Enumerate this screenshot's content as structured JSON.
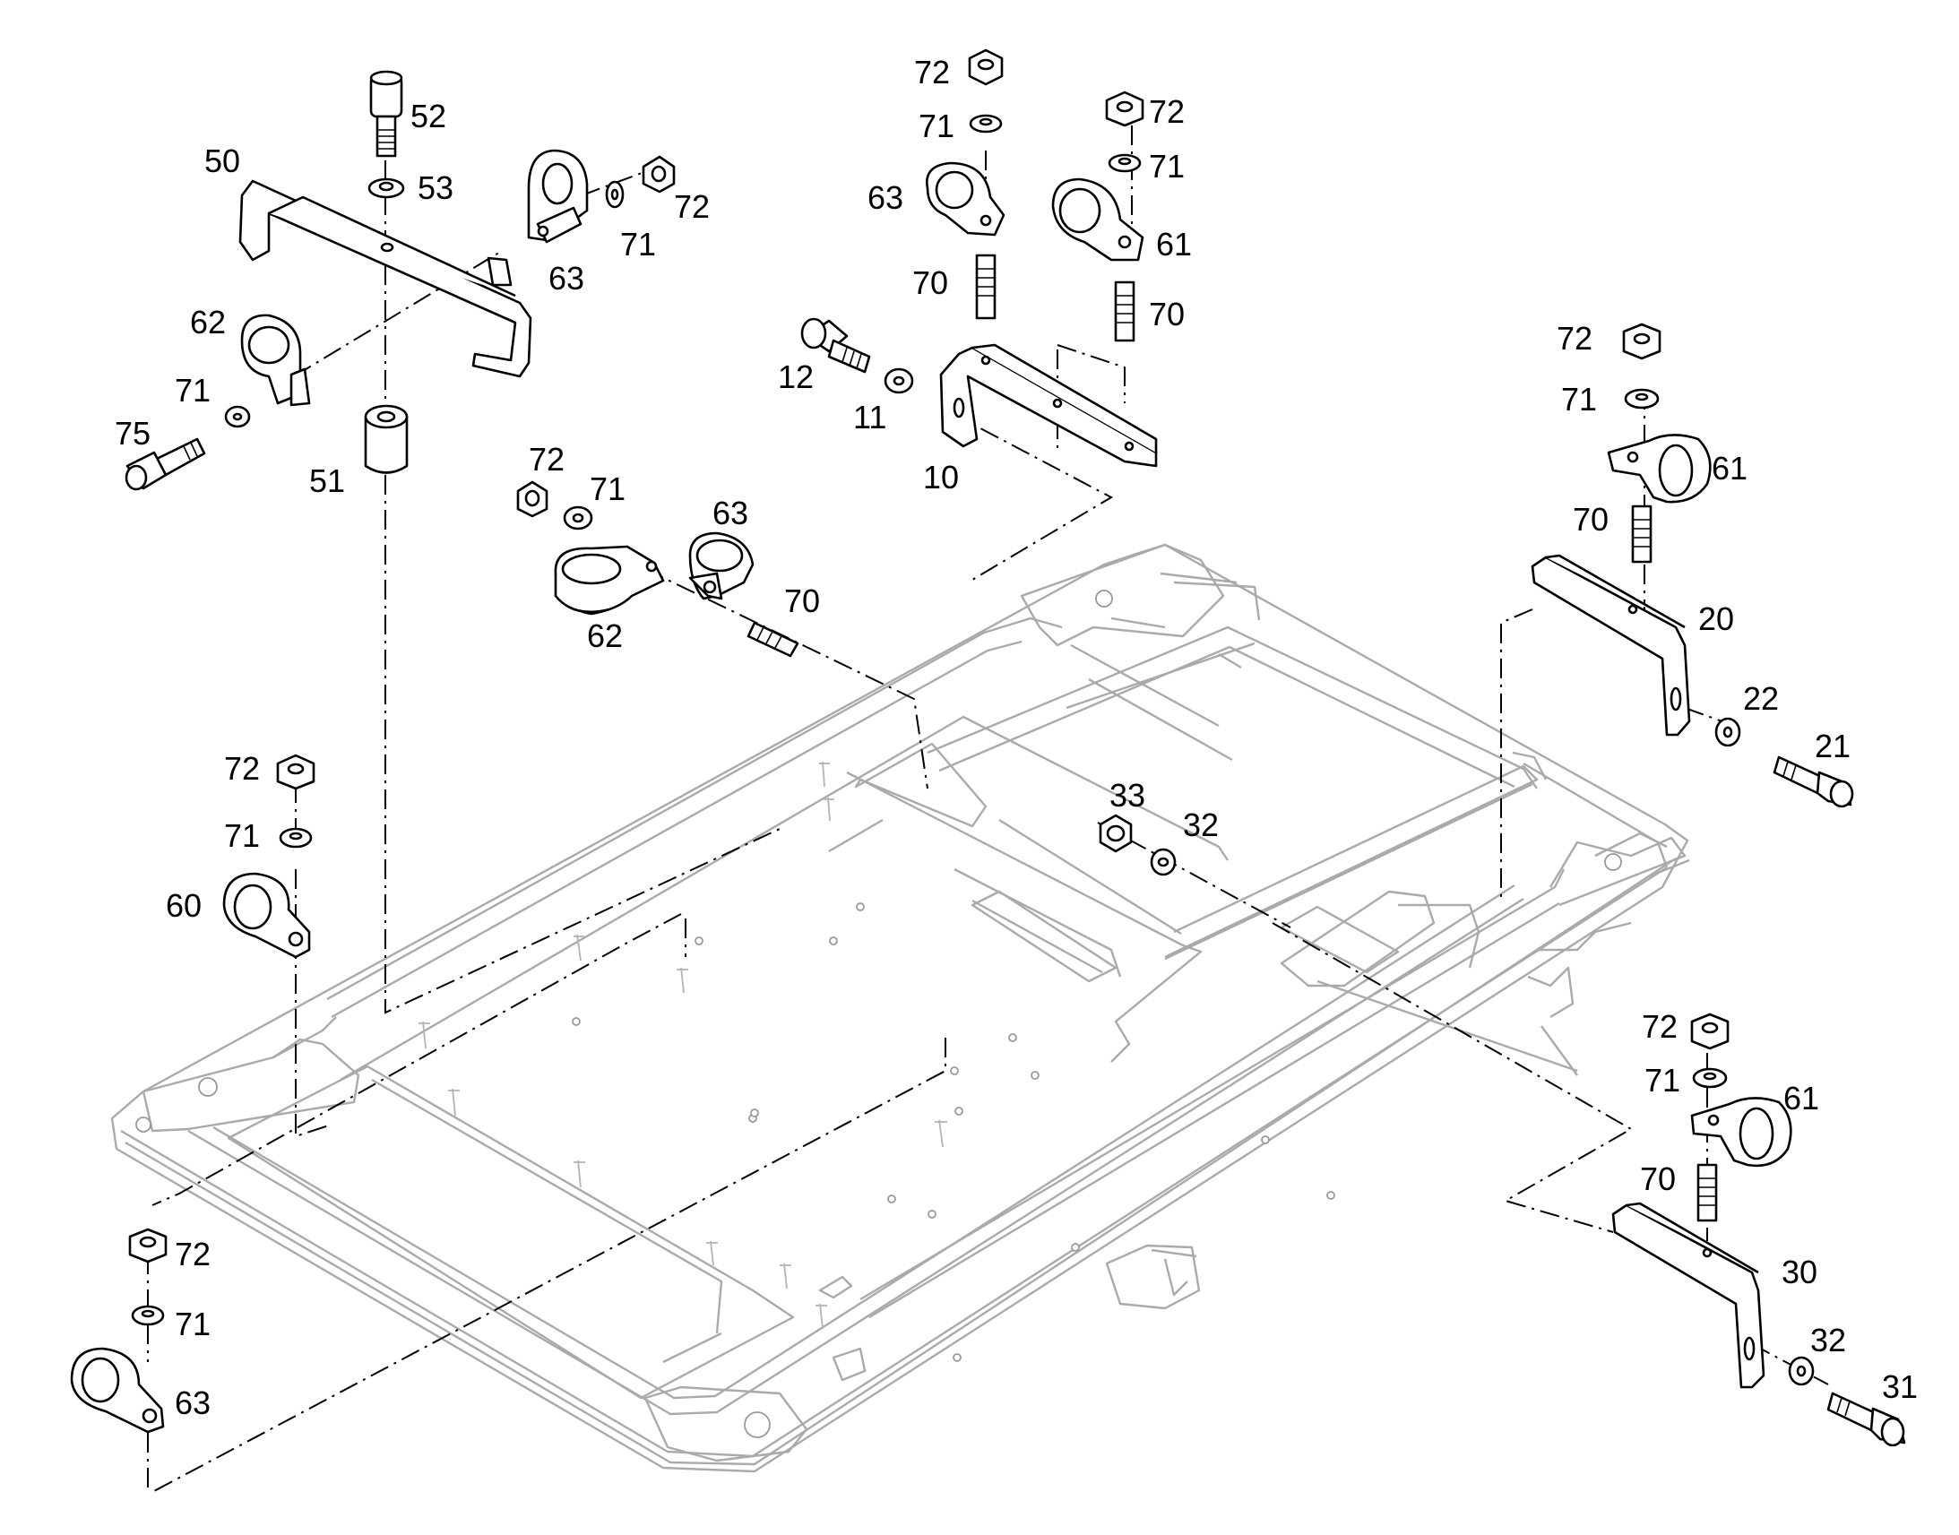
{
  "callouts": [
    {
      "id": "c52",
      "text": "52"
    },
    {
      "id": "c53",
      "text": "53"
    },
    {
      "id": "c50",
      "text": "50"
    },
    {
      "id": "c72a",
      "text": "72"
    },
    {
      "id": "c71a",
      "text": "71"
    },
    {
      "id": "c63a",
      "text": "63"
    },
    {
      "id": "c62a",
      "text": "62"
    },
    {
      "id": "c71b",
      "text": "71"
    },
    {
      "id": "c75",
      "text": "75"
    },
    {
      "id": "c51",
      "text": "51"
    },
    {
      "id": "c72b",
      "text": "72"
    },
    {
      "id": "c71c",
      "text": "71"
    },
    {
      "id": "c63b",
      "text": "63"
    },
    {
      "id": "c70a",
      "text": "70"
    },
    {
      "id": "c72c",
      "text": "72"
    },
    {
      "id": "c71d",
      "text": "71"
    },
    {
      "id": "c61a",
      "text": "61"
    },
    {
      "id": "c70b",
      "text": "70"
    },
    {
      "id": "c12",
      "text": "12"
    },
    {
      "id": "c11",
      "text": "11"
    },
    {
      "id": "c10",
      "text": "10"
    },
    {
      "id": "c72d",
      "text": "72"
    },
    {
      "id": "c71e",
      "text": "71"
    },
    {
      "id": "c63c",
      "text": "63"
    },
    {
      "id": "c62b",
      "text": "62"
    },
    {
      "id": "c70c",
      "text": "70"
    },
    {
      "id": "c72e",
      "text": "72"
    },
    {
      "id": "c71f",
      "text": "71"
    },
    {
      "id": "c61b",
      "text": "61"
    },
    {
      "id": "c70d",
      "text": "70"
    },
    {
      "id": "c20",
      "text": "20"
    },
    {
      "id": "c22",
      "text": "22"
    },
    {
      "id": "c21",
      "text": "21"
    },
    {
      "id": "c33",
      "text": "33"
    },
    {
      "id": "c32a",
      "text": "32"
    },
    {
      "id": "c72f",
      "text": "72"
    },
    {
      "id": "c71g",
      "text": "71"
    },
    {
      "id": "c60",
      "text": "60"
    },
    {
      "id": "c72g",
      "text": "72"
    },
    {
      "id": "c71h",
      "text": "71"
    },
    {
      "id": "c61c",
      "text": "61"
    },
    {
      "id": "c70e",
      "text": "70"
    },
    {
      "id": "c30",
      "text": "30"
    },
    {
      "id": "c32b",
      "text": "32"
    },
    {
      "id": "c31",
      "text": "31"
    },
    {
      "id": "c72h",
      "text": "72"
    },
    {
      "id": "c71i",
      "text": "71"
    },
    {
      "id": "c63d",
      "text": "63"
    }
  ]
}
